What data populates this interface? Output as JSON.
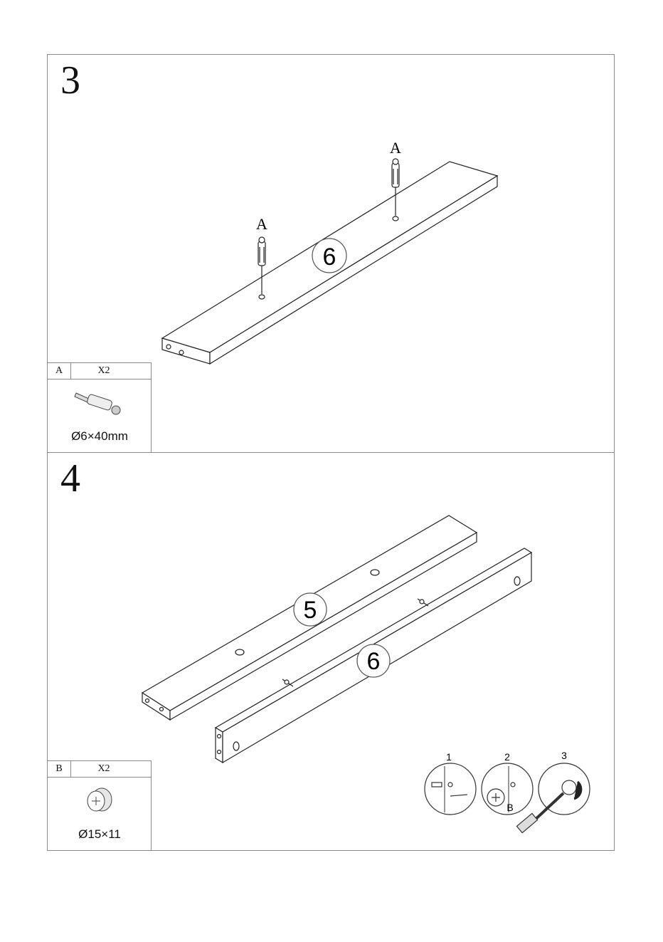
{
  "step3": {
    "number": "3",
    "part_label": "6",
    "pin_label_1": "A",
    "pin_label_2": "A",
    "hardware": {
      "letter": "A",
      "qty": "X2",
      "dimension": "Ø6×40mm"
    }
  },
  "step4": {
    "number": "4",
    "part_label_a": "5",
    "part_label_b": "6",
    "hardware": {
      "letter": "B",
      "qty": "X2",
      "dimension": "Ø15×11"
    },
    "substeps": [
      "1",
      "2",
      "3"
    ],
    "substep2_letter": "B"
  }
}
